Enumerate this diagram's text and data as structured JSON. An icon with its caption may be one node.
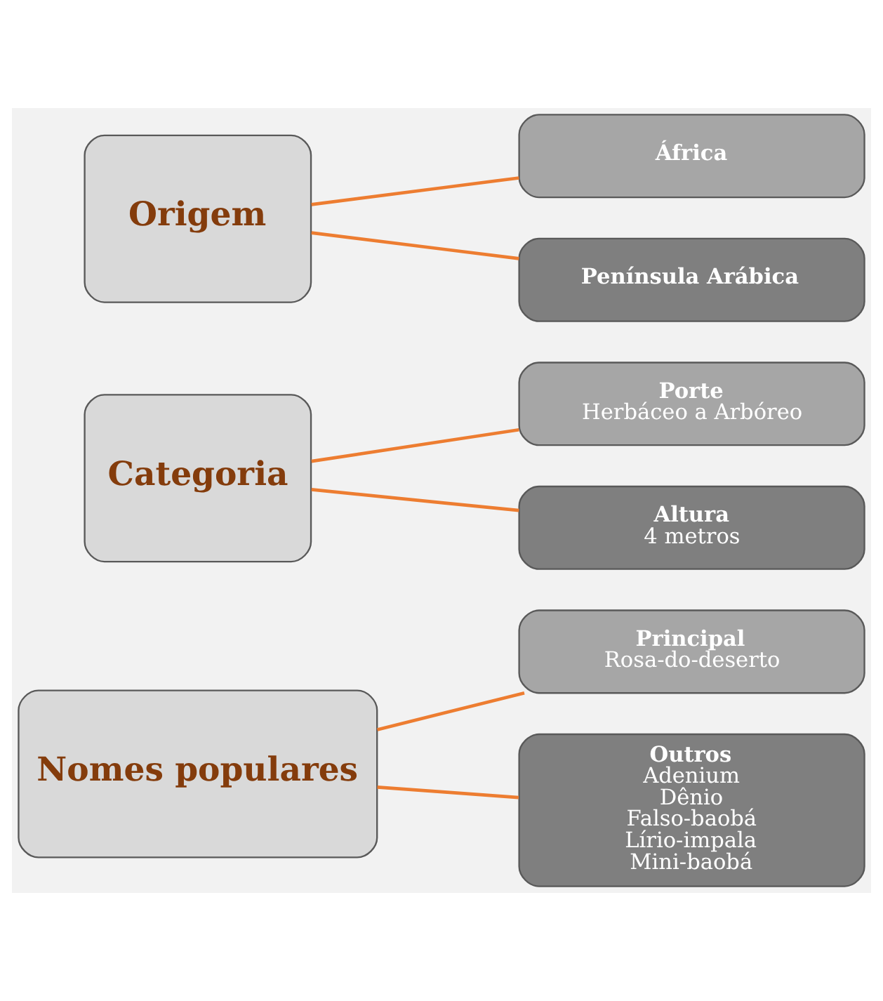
{
  "diagram": {
    "nodes": [
      {
        "text": [
          "Nomes populares"
        ]
      },
      {
        "text": [
          "Principal",
          "Rosa-do-deserto"
        ]
      },
      {
        "text": [
          "Outros",
          "Adenium",
          "Dênio",
          "Falso-baobá",
          "Lírio-impala",
          "Mini-baobá"
        ]
      },
      {
        "text": [
          "Categoria"
        ]
      },
      {
        "text": [
          "Porte",
          "Herbáceo a Arbóreo"
        ]
      },
      {
        "text": [
          "Altura",
          "4 metros"
        ]
      },
      {
        "text": [
          "Origem"
        ]
      },
      {
        "text": [
          "África"
        ]
      },
      {
        "text": [
          "Península Arábica"
        ]
      }
    ],
    "edges": [
      {
        "from": 0,
        "to": 1,
        "arrow": "none"
      },
      {
        "from": 0,
        "to": 2,
        "arrow": "none"
      },
      {
        "from": 3,
        "to": 4,
        "arrow": "none"
      },
      {
        "from": 3,
        "to": 5,
        "arrow": "none"
      },
      {
        "from": 6,
        "to": 7,
        "arrow": "none"
      },
      {
        "from": 6,
        "to": 8,
        "arrow": "none"
      }
    ]
  }
}
